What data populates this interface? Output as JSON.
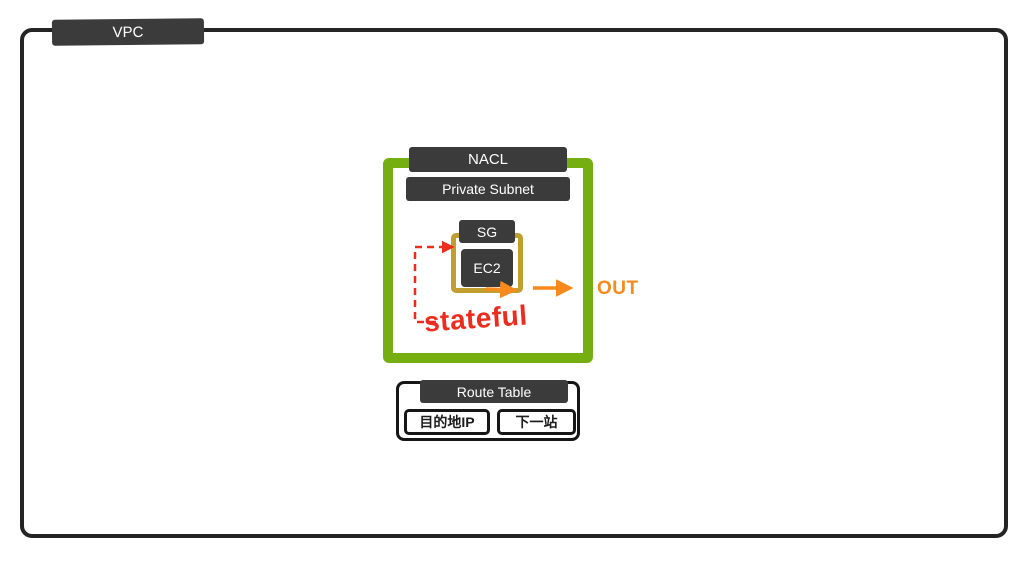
{
  "diagram": {
    "vpc_label": "VPC",
    "nacl_label": "NACL",
    "subnet_label": "Private Subnet",
    "sg_label": "SG",
    "ec2_label": "EC2",
    "stateful_label": "stateful",
    "out_label": "OUT",
    "route_table": {
      "title": "Route Table",
      "cells": [
        "目的地IP",
        "下一站"
      ]
    },
    "colors": {
      "dark": "#3b3b3b",
      "green": "#74ae10",
      "gold": "#c09f2f",
      "orange": "#f68a1c",
      "red": "#ed2c20",
      "line": "#242424"
    }
  }
}
